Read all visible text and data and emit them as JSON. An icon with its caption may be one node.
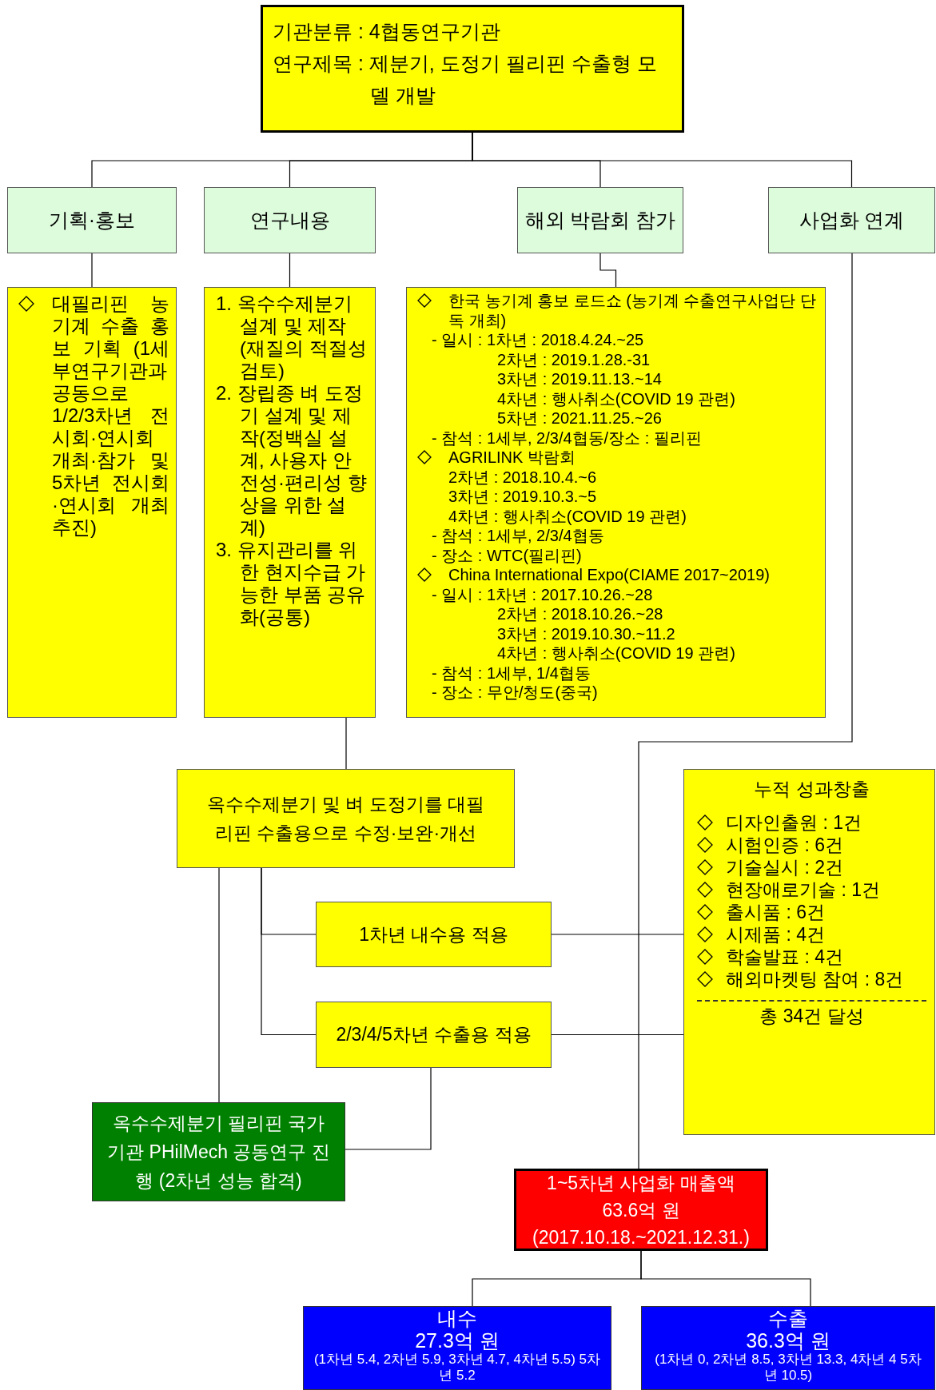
{
  "diagram": {
    "nodes": [
      {
        "text": [
          "기관분류 : 4협동연구기관",
          "연구제목 : 제분기, 도정기 필리핀 수출형 모델 개발"
        ]
      },
      {
        "text": [
          "기획·홍보"
        ]
      },
      {
        "text": [
          "연구내용"
        ]
      },
      {
        "text": [
          "해외 박람회 참가"
        ]
      },
      {
        "text": [
          "사업화 연계"
        ]
      },
      {
        "text": [
          "대필리핀 농기계 수출 홍보 기획 (1세부연구기관과 공동으로 1/2/3차년 전시회·연시회 개최·참가 및 5차년 전시회·연시회 개최 추진)"
        ]
      },
      {
        "text": [
          "1. 옥수수제분기 설계 및 제작(재질의 적절성 검토)",
          "2. 장립종 벼 도정기 설계 및 제작(정백실 설계, 사용자 안전성·편리성 향상을 위한 설계)",
          "3. 유지관리를 위한 현지수급 가능한 부품 공유화(공통)"
        ]
      },
      {
        "text": [
          "한국 농기계 홍보 로드쇼 (농기계 수출연구사업단 단독 개최)",
          "- 일시 : 1차년 : 2018.4.24.~25",
          "2차년 : 2019.1.28.-31",
          "3차년 : 2019.11.13.~14",
          "4차년 : 행사취소(COVID 19 관련)",
          "5차년 : 2021.11.25.~26",
          "- 참석 : 1세부, 2/3/4협동/장소 : 필리핀",
          "AGRILINK 박람회",
          "2차년 : 2018.10.4.~6",
          "3차년 : 2019.10.3.~5",
          "4차년 : 행사취소(COVID 19 관련)",
          "- 참석 : 1세부, 2/3/4협동",
          "- 장소 : WTC(필리핀)",
          "China International Expo(CIAME 2017~2019)",
          "- 일시 : 1차년 : 2017.10.26.~28",
          "2차년 : 2018.10.26.~28",
          "3차년 : 2019.10.30.~11.2",
          "4차년 : 행사취소(COVID 19 관련)",
          "- 참석 : 1세부, 1/4협동",
          "- 장소 : 무안/청도(중국)"
        ]
      },
      {
        "text": [
          "옥수수제분기 및 벼 도정기를 대필리핀 수출용으로 수정·보완·개선"
        ]
      },
      {
        "text": [
          "1차년 내수용 적용"
        ]
      },
      {
        "text": [
          "2/3/4/5차년 수출용 적용"
        ]
      },
      {
        "text": [
          "누적 성과창출",
          "디자인출원 : 1건",
          "시험인증 : 6건",
          "기술실시 : 2건",
          "현장애로기술 : 1건",
          "출시품 : 6건",
          "시제품 : 4건",
          "학술발표 : 4건",
          "해외마켓팅 참여 : 8건",
          "총 34건 달성"
        ]
      },
      {
        "text": [
          "옥수수제분기 필리핀 국가기관 PHilMech 공동연구 진행 (2차년 성능 합격)"
        ]
      },
      {
        "text": [
          "1~5차년 사업화 매출액",
          "63.6억 원",
          "(2017.10.18.~2021.12.31.)"
        ]
      },
      {
        "text": [
          "내수",
          "27.3억 원",
          "(1차년 5.4, 2차년 5.9, 3차년 4.7, 4차년 5.5) 5차년 5.2"
        ]
      },
      {
        "text": [
          "수출",
          "36.3억 원",
          "(1차년 0, 2차년 8.5, 3차년 13.3, 4차년 4 5차년 10.5)"
        ]
      }
    ],
    "edges": [
      {
        "from": 0,
        "to": 1,
        "arrow": "none"
      },
      {
        "from": 0,
        "to": 2,
        "arrow": "none"
      },
      {
        "from": 0,
        "to": 3,
        "arrow": "none"
      },
      {
        "from": 0,
        "to": 4,
        "arrow": "none"
      },
      {
        "from": 1,
        "to": 5,
        "arrow": "none"
      },
      {
        "from": 2,
        "to": 6,
        "arrow": "none"
      },
      {
        "from": 3,
        "to": 7,
        "arrow": "none"
      },
      {
        "from": 6,
        "to": 8,
        "arrow": "none"
      },
      {
        "from": 4,
        "to": 13,
        "arrow": "none"
      },
      {
        "from": 8,
        "to": 9,
        "arrow": "none"
      },
      {
        "from": 8,
        "to": 10,
        "arrow": "none"
      },
      {
        "from": 8,
        "to": 12,
        "arrow": "none"
      },
      {
        "from": 10,
        "to": 12,
        "arrow": "none"
      },
      {
        "from": 9,
        "to": 11,
        "arrow": "none"
      },
      {
        "from": 10,
        "to": 11,
        "arrow": "none"
      },
      {
        "from": 13,
        "to": 14,
        "arrow": "none"
      },
      {
        "from": 13,
        "to": 15,
        "arrow": "none"
      }
    ]
  }
}
